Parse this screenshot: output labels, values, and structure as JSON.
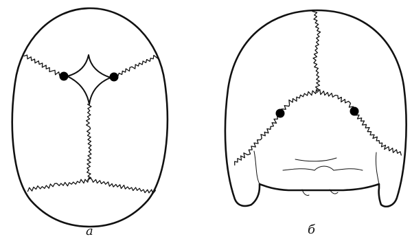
{
  "captions": {
    "a": "а",
    "b": "б"
  },
  "figures": [
    {
      "id": "a",
      "view": "top",
      "landmark_points": 2,
      "has_fontanelle": true
    },
    {
      "id": "b",
      "view": "back",
      "landmark_points": 2,
      "has_fontanelle": false
    }
  ],
  "colors": {
    "line": "#111111",
    "background": "#ffffff"
  }
}
